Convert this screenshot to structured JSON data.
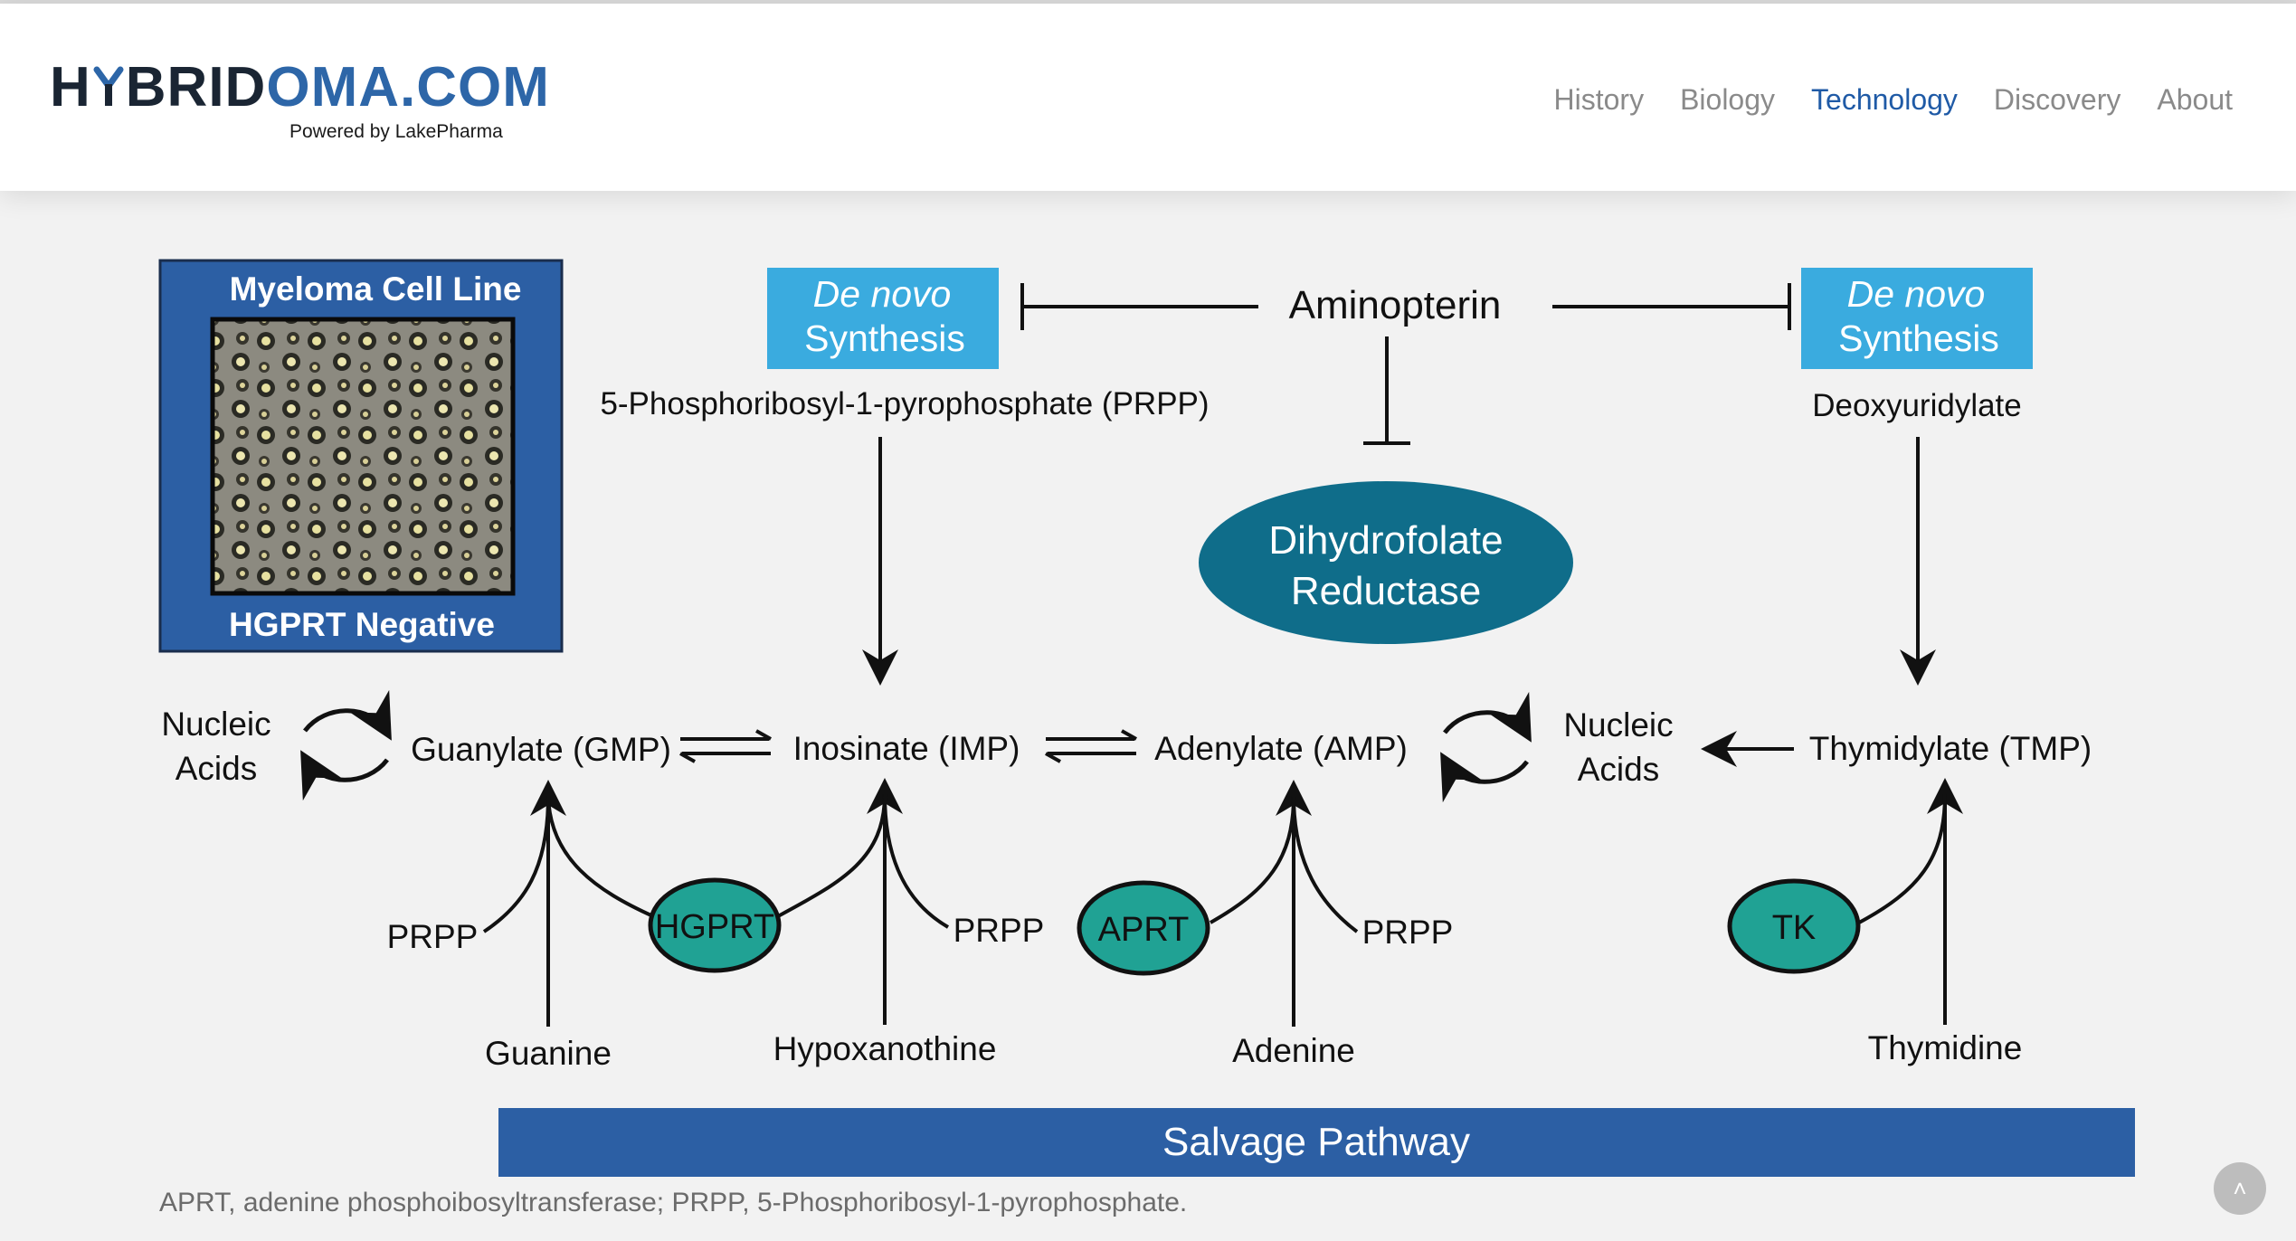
{
  "header": {
    "logo_text_left": "H",
    "logo_text_mid": "BRID",
    "logo_text_right": "OMA.COM",
    "logo_tagline": "Powered by LakePharma",
    "nav": [
      "History",
      "Biology",
      "Technology",
      "Discovery",
      "About"
    ],
    "active_nav": "Technology"
  },
  "diagram": {
    "myeloma_title": "Myeloma Cell Line",
    "myeloma_footer": "HGPRT Negative",
    "denovo_left_line1": "De novo",
    "denovo_left_line2": "Synthesis",
    "denovo_right_line1": "De novo",
    "denovo_right_line2": "Synthesis",
    "aminopterin": "Aminopterin",
    "prpp_full": "5-Phosphoribosyl-1-pyrophosphate (PRPP)",
    "deoxyuridylate": "Deoxyuridylate",
    "dhfr_line1": "Dihydrofolate",
    "dhfr_line2": "Reductase",
    "nucleic_left_line1": "Nucleic",
    "nucleic_left_line2": "Acids",
    "nucleic_right_line1": "Nucleic",
    "nucleic_right_line2": "Acids",
    "gmp": "Guanylate (GMP)",
    "imp": "Inosinate (IMP)",
    "amp": "Adenylate (AMP)",
    "tmp": "Thymidylate (TMP)",
    "prpp_1": "PRPP",
    "prpp_2": "PRPP",
    "prpp_3": "PRPP",
    "hgprt": "HGPRT",
    "aprt": "APRT",
    "tk": "TK",
    "guanine": "Guanine",
    "hypoxanthine": "Hypoxanothine",
    "adenine": "Adenine",
    "thymidine": "Thymidine",
    "salvage": "Salvage Pathway"
  },
  "caption": "APRT, adenine phosphoibosyltransferase; PRPP, 5-Phosphoribosyl-1-pyrophosphate.",
  "scroll_top_icon": "chevron-up-icon",
  "colors": {
    "nav_active": "#1f5aa6",
    "denovo_box": "#3aabdf",
    "dhfr": "#0f6d8a",
    "enzyme": "#20a294",
    "salvage_bar": "#2c5fa4",
    "myeloma_box": "#2c5fa4"
  }
}
